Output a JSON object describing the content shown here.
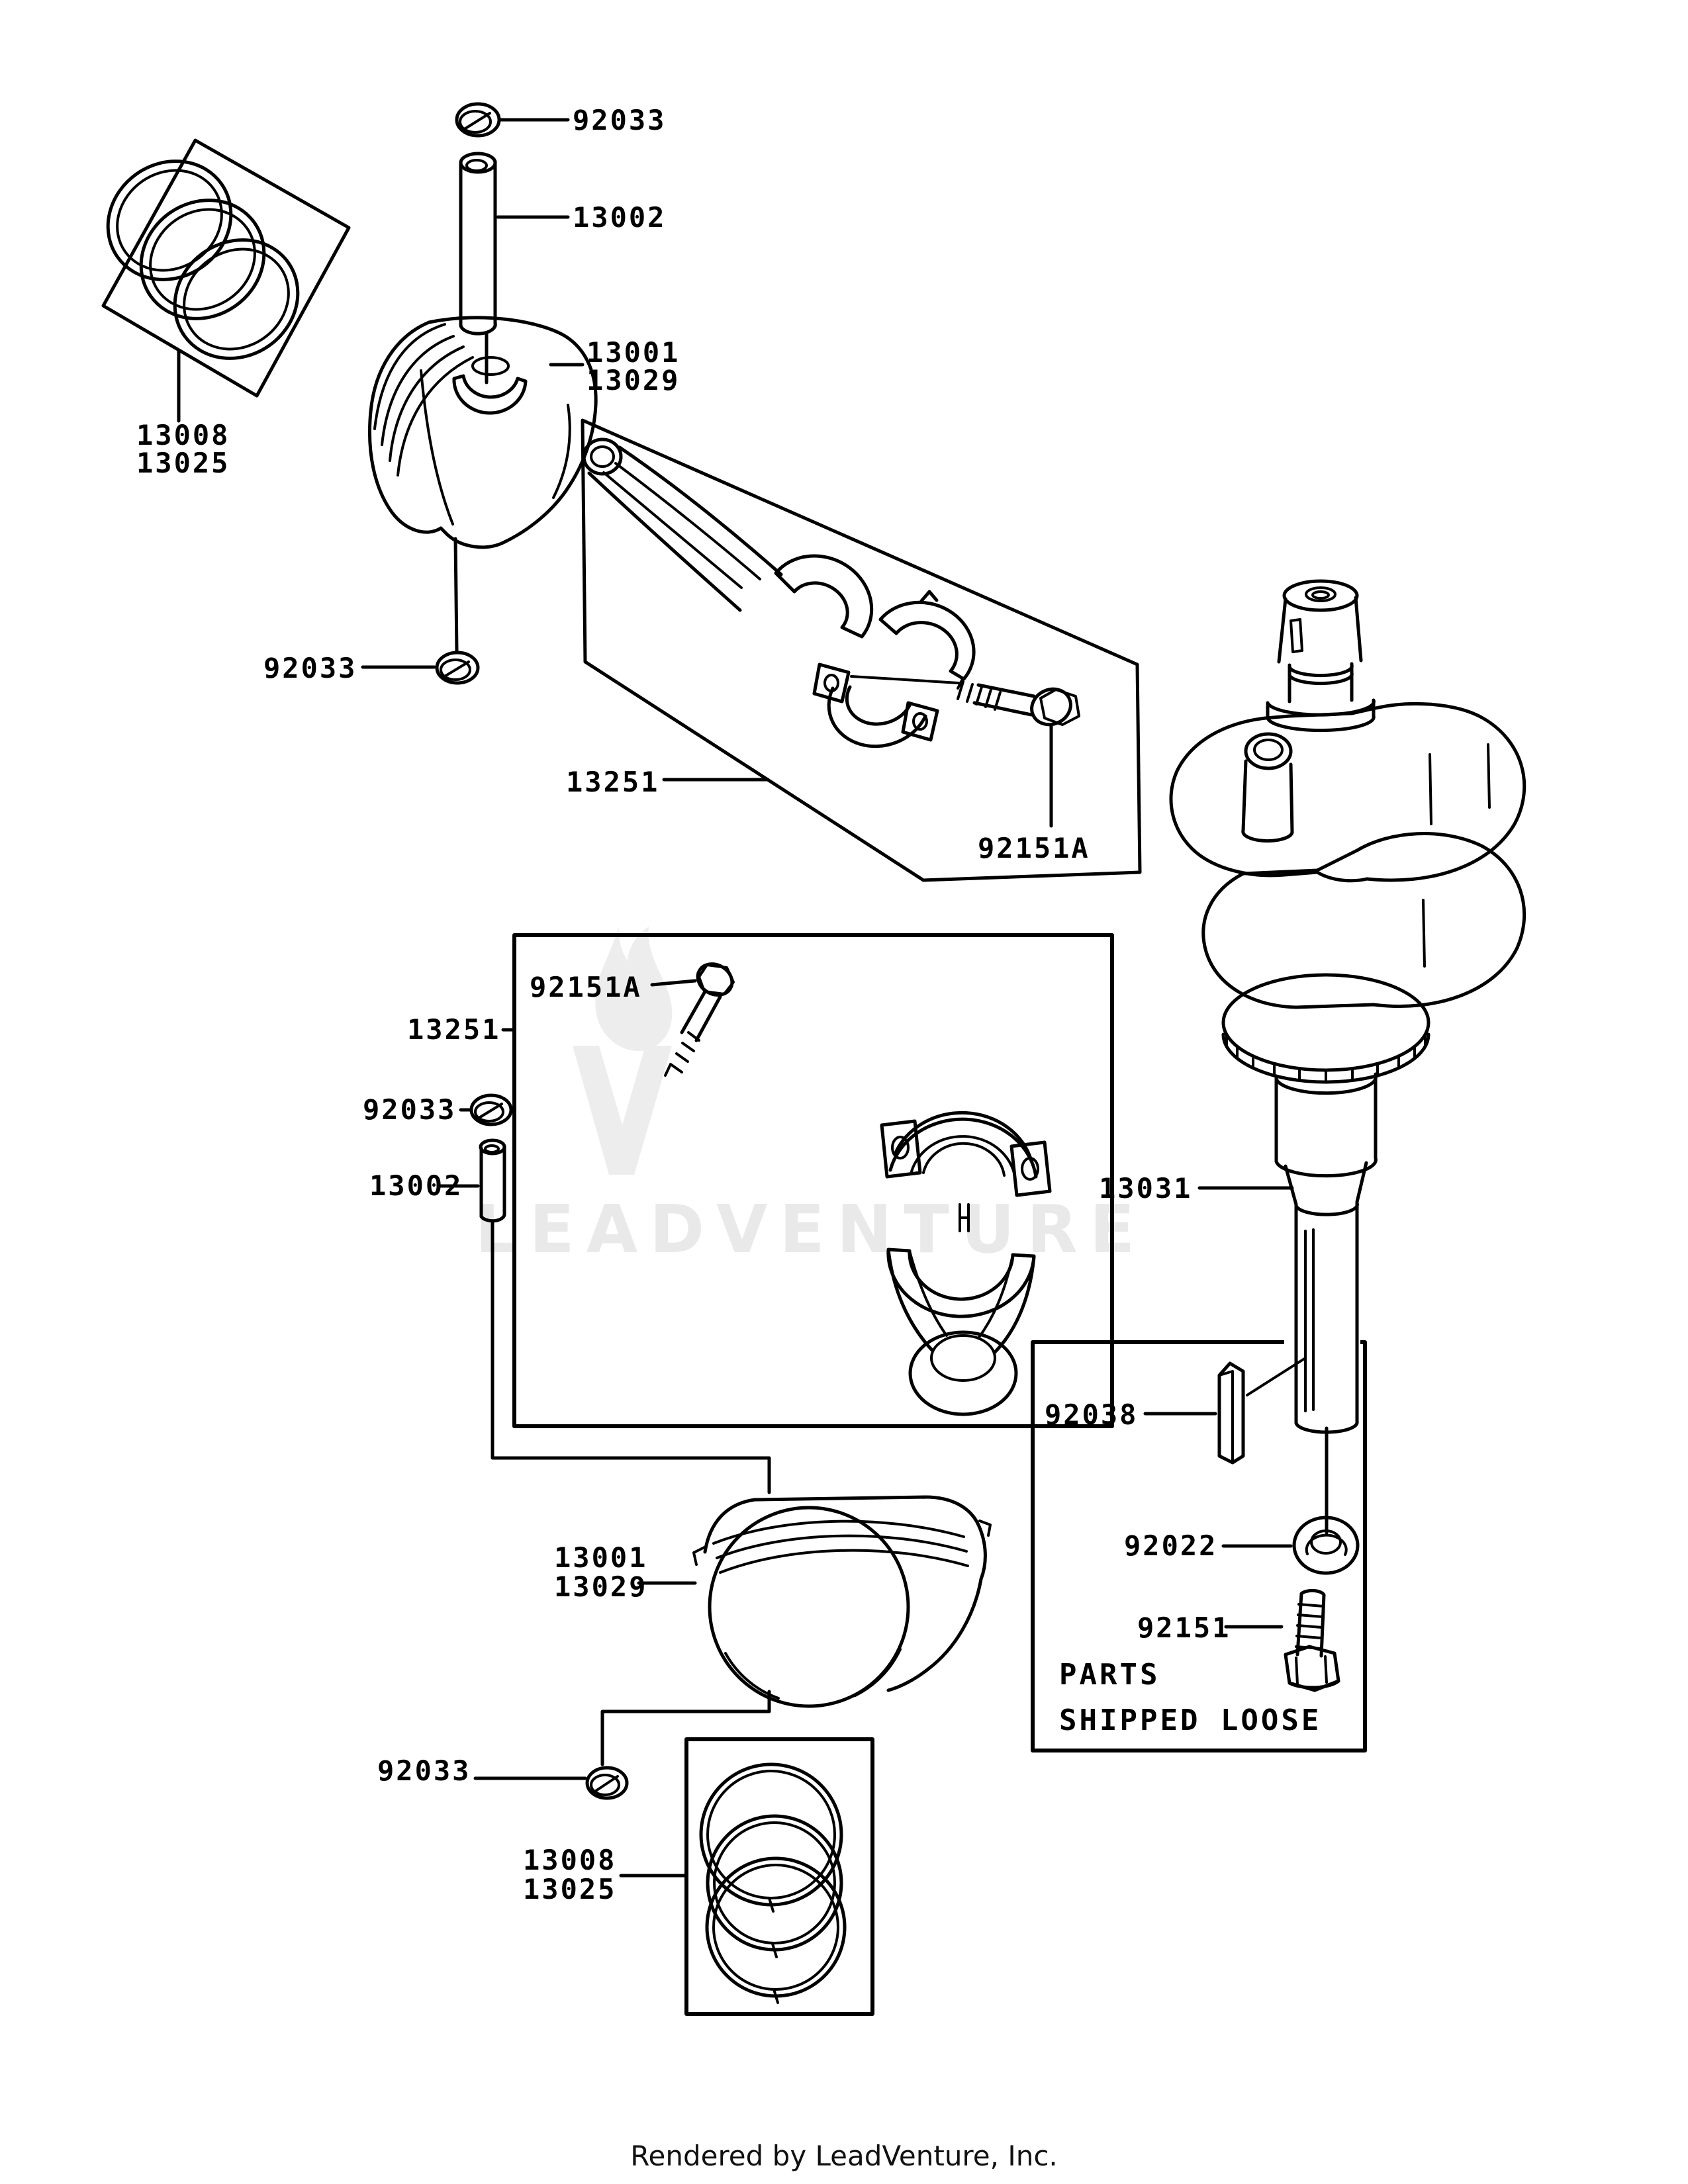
{
  "diagram": {
    "labels": {
      "clip_top": "92033",
      "pin_top": "13002",
      "piston_top_1": "13001",
      "piston_top_2": "13029",
      "rings_top_1": "13008",
      "rings_top_2": "13025",
      "clip_mid": "92033",
      "conrod_box1": "13251",
      "conrod_bolt1": "92151A",
      "conrod_bolt2": "92151A",
      "conrod_box2": "13251",
      "clip_mid2": "92033",
      "pin_mid": "13002",
      "crankshaft": "13031",
      "key": "92038",
      "washer": "92022",
      "bolt": "92151",
      "piston_bottom_1": "13001",
      "piston_bottom_2": "13029",
      "clip_bottom": "92033",
      "rings_bottom_1": "13008",
      "rings_bottom_2": "13025"
    },
    "note": {
      "line1": "PARTS",
      "line2": "SHIPPED LOOSE"
    },
    "watermark": {
      "text": "LEADVENTURE"
    },
    "footer": {
      "text": "Rendered by LeadVenture, Inc."
    },
    "colors": {
      "line": "#000000",
      "watermark": "#e9e9e9",
      "background": "#ffffff"
    }
  }
}
